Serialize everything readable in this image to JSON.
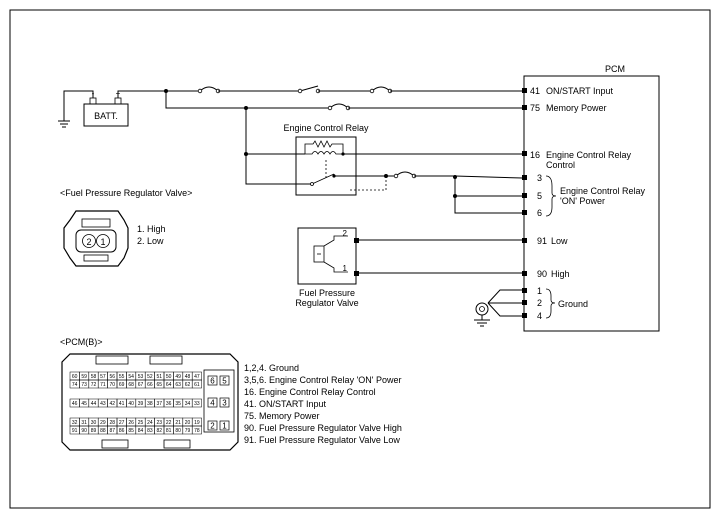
{
  "pcm": {
    "title": "PCM",
    "pins": [
      {
        "num": "41",
        "label": "ON/START Input"
      },
      {
        "num": "75",
        "label": "Memory Power"
      },
      {
        "num": "16",
        "label": "Engine Control Relay",
        "label2": "Control"
      },
      {
        "num": "3",
        "label": ""
      },
      {
        "num": "5",
        "label": ""
      },
      {
        "num": "6",
        "label": ""
      },
      {
        "num": "91",
        "label": "Low"
      },
      {
        "num": "90",
        "label": "High"
      },
      {
        "num": "1",
        "label": ""
      },
      {
        "num": "2",
        "label": ""
      },
      {
        "num": "4",
        "label": ""
      }
    ],
    "group_relay_power": {
      "line1": "Engine Control Relay",
      "line2": "'ON' Power"
    },
    "group_ground": "Ground"
  },
  "battery": {
    "label": "BATT.",
    "neg": "-",
    "pos": "+"
  },
  "relay": {
    "label": "Engine Control Relay"
  },
  "fprv_component": {
    "line1": "Fuel Pressure",
    "line2": "Regulator Valve",
    "pin_top": "2",
    "pin_bottom": "1"
  },
  "fprv_connector": {
    "title": "<Fuel Pressure Regulator Valve>",
    "pin_left": "2",
    "pin_right": "1",
    "legend": [
      "1. High",
      "2. Low"
    ]
  },
  "pcm_connector": {
    "title": "<PCM(B)>",
    "top_row1": [
      "60",
      "59",
      "58",
      "57",
      "56",
      "55",
      "54",
      "53",
      "52",
      "51",
      "50",
      "49",
      "48",
      "47"
    ],
    "top_row2": [
      "74",
      "73",
      "72",
      "71",
      "70",
      "69",
      "68",
      "67",
      "66",
      "65",
      "64",
      "63",
      "62",
      "61"
    ],
    "mid_row": [
      "46",
      "45",
      "44",
      "43",
      "42",
      "41",
      "40",
      "39",
      "38",
      "37",
      "36",
      "35",
      "34",
      "33"
    ],
    "bot_row1": [
      "32",
      "31",
      "30",
      "29",
      "28",
      "27",
      "26",
      "25",
      "24",
      "23",
      "22",
      "21",
      "20",
      "19"
    ],
    "bot_row2": [
      "91",
      "90",
      "89",
      "88",
      "87",
      "86",
      "85",
      "84",
      "83",
      "82",
      "81",
      "80",
      "79",
      "78"
    ],
    "side_top": [
      "6",
      "5"
    ],
    "side_mid": [
      "4",
      "3"
    ],
    "side_bot": [
      "2",
      "1"
    ],
    "legend": [
      "1,2,4. Ground",
      "3,5,6. Engine Control Relay 'ON' Power",
      "16. Engine Control Relay Control",
      "41. ON/START Input",
      "75. Memory Power",
      "90. Fuel Pressure Regulator Valve High",
      "91. Fuel Pressure Regulator Valve Low"
    ]
  }
}
